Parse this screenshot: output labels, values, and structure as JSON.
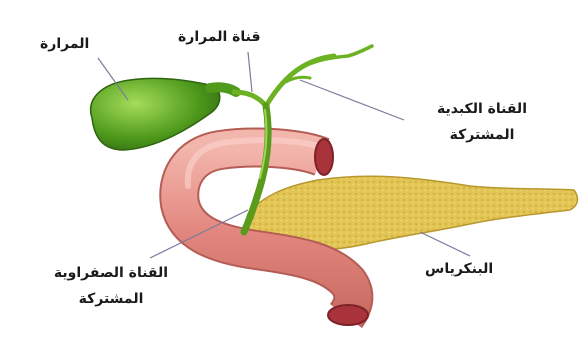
{
  "diagram": {
    "labels": {
      "gallbladder": "المرارة",
      "cystic_duct": "قناة المرارة",
      "common_hepatic_duct_line1": "القناة الكبدية",
      "common_hepatic_duct_line2": "المشتركة",
      "pancreas": "البنكرياس",
      "common_bile_duct_line1": "القناة الصفراوية",
      "common_bile_duct_line2": "المشتركة"
    },
    "colors": {
      "gallbladder": "#4f9a1c",
      "duct": "#6cb222",
      "duodenum": "#e2877f",
      "duodenum_lumen": "#a8333a",
      "pancreas": "#e2c555",
      "leader_line": "#7a7a9a"
    }
  }
}
